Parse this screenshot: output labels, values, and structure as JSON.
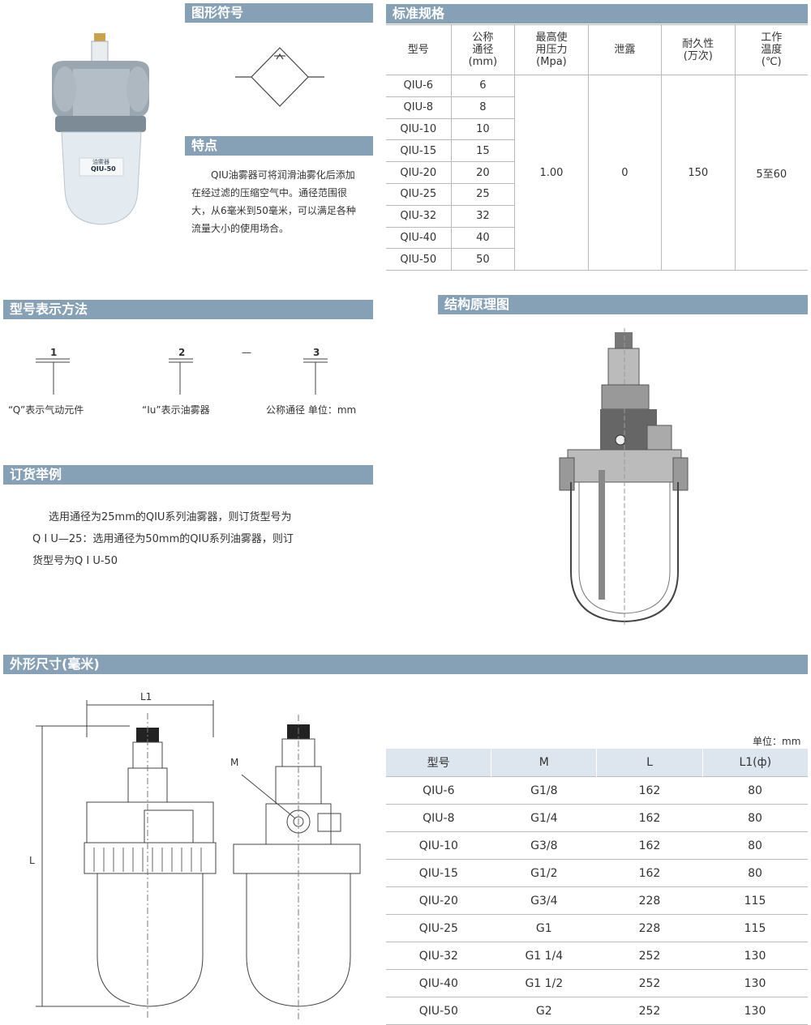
{
  "sections": {
    "symbol": "图形符号",
    "features": "特点",
    "spec": "标准规格",
    "model_method": "型号表示方法",
    "structure": "结构原理图",
    "order": "订货举例",
    "dimensions": "外形尺寸(毫米)"
  },
  "product_label": {
    "line1": "油雾器",
    "line2": "QIU-50"
  },
  "features_text": "QIU油雾器可将润滑油雾化后添加在经过滤的压缩空气中。通径范围很大，从6毫米到50毫米，可以满足各种流量大小的使用场合。",
  "spec_table": {
    "headers": [
      "型号",
      "公称\n通径\n(mm)",
      "最高使\n用压力\n(Mpa)",
      "泄露",
      "耐久性\n(万次)",
      "工作\n温度\n(℃)"
    ],
    "models": [
      "QIU-6",
      "QIU-8",
      "QIU-10",
      "QIU-15",
      "QIU-20",
      "QIU-25",
      "QIU-32",
      "QIU-40",
      "QIU-50"
    ],
    "bores": [
      "6",
      "8",
      "10",
      "15",
      "20",
      "25",
      "32",
      "40",
      "50"
    ],
    "pressure": "1.00",
    "leak": "0",
    "durability": "150",
    "temperature": "5至60"
  },
  "model_code": {
    "n1": "1",
    "n2": "2",
    "n3": "3",
    "dash": "—",
    "d1": "“Q”表示气动元件",
    "d2": "“Iu”表示油雾器",
    "d3": "公称通径  单位：mm"
  },
  "order_text": {
    "line1": "选用通径为25mm的QIU系列油雾器，则订货型号为",
    "line2": "Q I U—25：选用通径为50mm的QIU系列油雾器，则订",
    "line3": "货型号为Q I U-50"
  },
  "drawing_labels": {
    "l1": "L1",
    "l": "L",
    "m": "M"
  },
  "dim_table": {
    "unit": "单位：mm",
    "headers": [
      "型号",
      "M",
      "L",
      "L1(ф)"
    ],
    "rows": [
      [
        "QIU-6",
        "G1/8",
        "162",
        "80"
      ],
      [
        "QIU-8",
        "G1/4",
        "162",
        "80"
      ],
      [
        "QIU-10",
        "G3/8",
        "162",
        "80"
      ],
      [
        "QIU-15",
        "G1/2",
        "162",
        "80"
      ],
      [
        "QIU-20",
        "G3/4",
        "228",
        "115"
      ],
      [
        "QIU-25",
        "G1",
        "228",
        "115"
      ],
      [
        "QIU-32",
        "G1 1/4",
        "252",
        "130"
      ],
      [
        "QIU-40",
        "G1 1/2",
        "252",
        "130"
      ],
      [
        "QIU-50",
        "G2",
        "252",
        "130"
      ]
    ]
  },
  "colors": {
    "section_bar": "#86a0b6",
    "table_header": "#dde6ee"
  }
}
